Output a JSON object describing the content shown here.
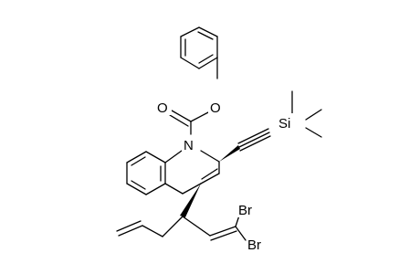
{
  "molecule": {
    "atoms": {
      "O_carbonyl": "O",
      "O_ester": "O",
      "N": "N",
      "Si": "Si",
      "Br_1": "Br",
      "Br_2": "Br"
    }
  }
}
